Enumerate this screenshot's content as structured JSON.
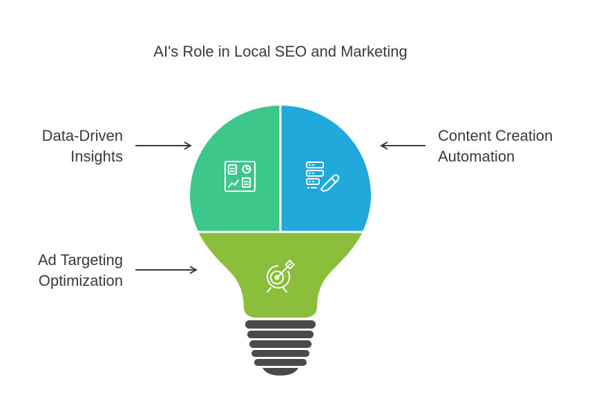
{
  "title": "AI's Role in Local SEO and Marketing",
  "sections": {
    "data_driven": {
      "lines": [
        "Data-Driven",
        "Insights"
      ],
      "color": "#3ec78a",
      "icon": "dashboard-icon"
    },
    "content_creation": {
      "lines": [
        "Content Creation",
        "Automation"
      ],
      "color": "#22a9dc",
      "icon": "document-edit-icon"
    },
    "ad_targeting": {
      "lines": [
        "Ad Targeting",
        "Optimization"
      ],
      "color": "#8bbf3b",
      "icon": "target-arrow-icon"
    }
  },
  "base_color": "#4a4a4a",
  "arrow_color": "#3a3a3a"
}
